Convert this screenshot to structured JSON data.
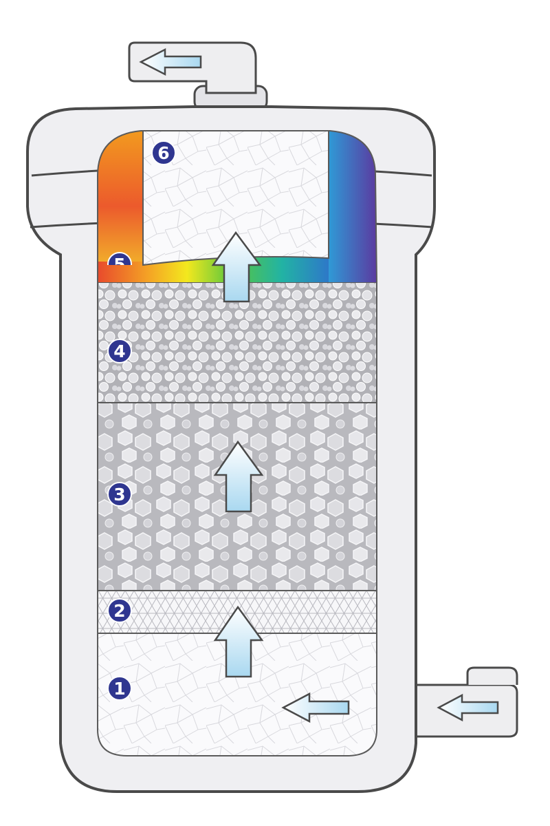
{
  "colors": {
    "housing_fill": "#eeeef0",
    "housing_stroke": "#4a4a4a",
    "layer_pebble": "#b4b4b8",
    "layer_stone": "#bdbdc2",
    "badge_fill": "#2f3690",
    "arrow_fill": "#cfe9f6"
  },
  "stages": [
    {
      "id": "stage-1",
      "number": "1"
    },
    {
      "id": "stage-2",
      "number": "2"
    },
    {
      "id": "stage-3",
      "number": "3"
    },
    {
      "id": "stage-4",
      "number": "4"
    },
    {
      "id": "stage-5",
      "number": "5"
    },
    {
      "id": "stage-6",
      "number": "6"
    }
  ],
  "flow": {
    "inlet": "left-arrow-icon",
    "outlet": "left-arrow-icon",
    "internal": "up-arrow-icon"
  }
}
